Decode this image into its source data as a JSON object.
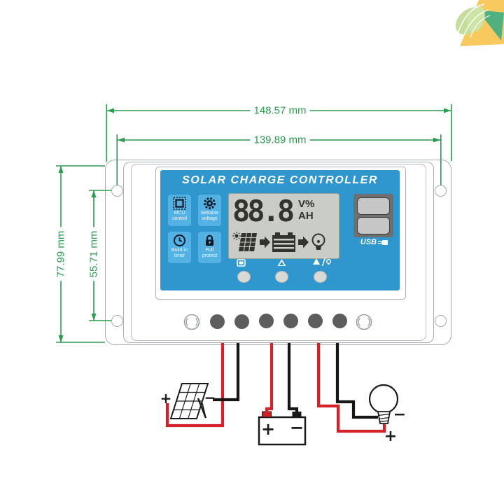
{
  "dimensions": {
    "outer_width": "148.57 mm",
    "hole_spacing_width": "139.89 mm",
    "outer_height": "77.99 mm",
    "hole_spacing_height": "55.71 mm"
  },
  "controller": {
    "title": "SOLAR CHARGE CONTROLLER",
    "features": [
      {
        "icon": "mcu-chip-icon",
        "line1": "MCU",
        "line2": "control"
      },
      {
        "icon": "gear-icon",
        "line1": "Settable",
        "line2": "voltage"
      },
      {
        "icon": "clock-icon",
        "line1": "Build-in",
        "line2": "timer"
      },
      {
        "icon": "padlock-icon",
        "line1": "Full",
        "line2": "protect"
      }
    ],
    "lcd": {
      "value": "88.8",
      "unit_top": "V%",
      "unit_bottom": "AH",
      "flow_icons": [
        "sun-icon",
        "solar-panel-icon",
        "arrow-right-icon",
        "battery-icon",
        "arrow-right-icon",
        "bulb-icon"
      ]
    },
    "usb_label": "USB",
    "button_icons": [
      "display-icon",
      "triangle-icon",
      "triangle-slash-bulb-icon"
    ]
  },
  "wiring": {
    "solar_plus": "+",
    "solar_minus": "−",
    "battery_plus": "+",
    "battery_minus": "−",
    "load_minus": "−",
    "load_plus": "+"
  },
  "colors": {
    "dimension_green": "#2b9b4f",
    "panel_blue": "#2f96ce",
    "tile_blue": "#54b1e3",
    "lcd_gray": "#caccc7",
    "wire_red": "#d3222a",
    "wire_black": "#161616",
    "logo_yellow": "#f8c95e",
    "logo_green": "#50b080",
    "logo_leaf": "#c5dd9a"
  }
}
